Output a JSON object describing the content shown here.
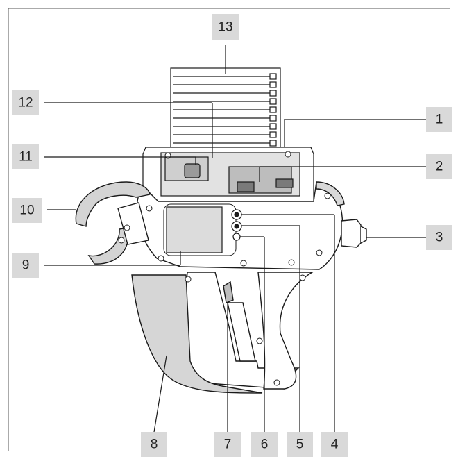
{
  "figure": {
    "subject": "cable tie gun with tie magazine",
    "colors": {
      "label_box": "#d9d9d9",
      "outline": "#1a1a1a",
      "body_fill": "#ffffff",
      "grip_fill": "#d6d6d6",
      "window_fill": "#dcdcdc"
    }
  },
  "callouts": [
    {
      "id": "1",
      "label": "1"
    },
    {
      "id": "2",
      "label": "2"
    },
    {
      "id": "3",
      "label": "3"
    },
    {
      "id": "4",
      "label": "4"
    },
    {
      "id": "5",
      "label": "5"
    },
    {
      "id": "6",
      "label": "6"
    },
    {
      "id": "7",
      "label": "7"
    },
    {
      "id": "8",
      "label": "8"
    },
    {
      "id": "9",
      "label": "9"
    },
    {
      "id": "10",
      "label": "10"
    },
    {
      "id": "11",
      "label": "11"
    },
    {
      "id": "12",
      "label": "12"
    },
    {
      "id": "13",
      "label": "13"
    }
  ]
}
